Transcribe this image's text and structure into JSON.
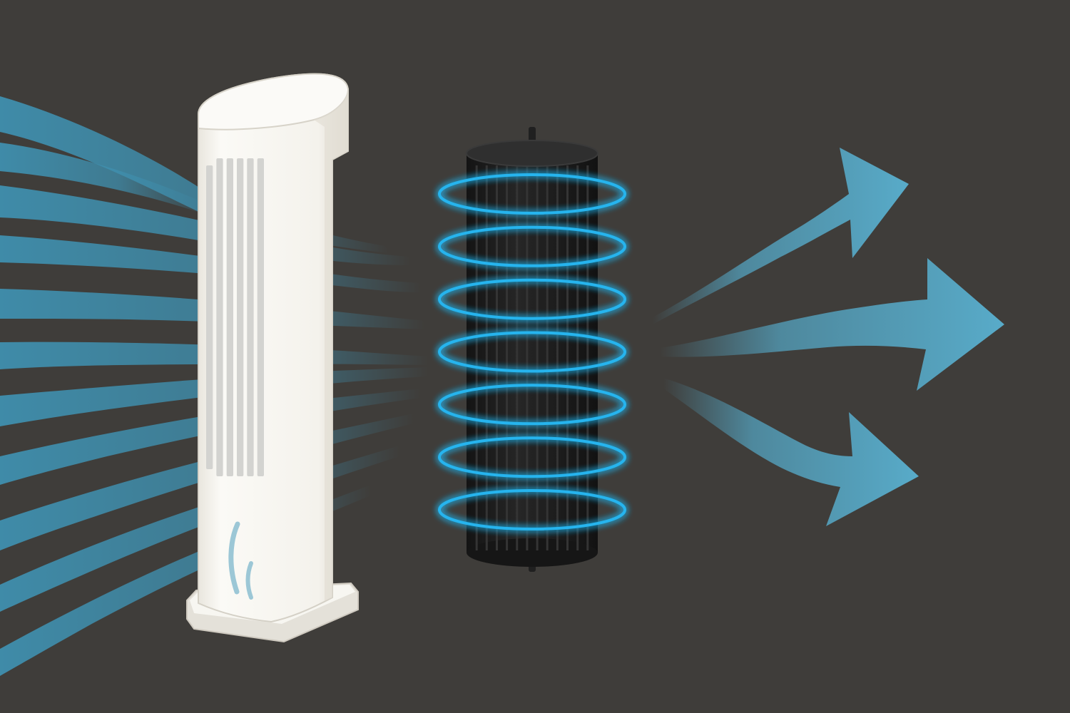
{
  "colors": {
    "background": "#3f3d3a",
    "airflow_in": "#3f8fae",
    "airflow_out": "#55a9c8",
    "tower_body": "#f6f4ee",
    "tower_shadow": "#d9d5cc",
    "tower_grille": "#d3d3d0",
    "water_mark": "#9cc7d6",
    "filter_body": "#1c1c1c",
    "filter_cap": "#2e2e2e",
    "glow_ring": "#27b4ee"
  },
  "elements": {
    "incoming_airflow": {
      "icon": "airflow-streams-icon",
      "stream_count": 11
    },
    "tower_cooler": {
      "icon": "tower-fan-icon",
      "grille_slots": 6,
      "water_marks": 2
    },
    "filter_cartridge": {
      "icon": "cylindrical-filter-icon",
      "glow_rings": 7,
      "ribs": 12
    },
    "outgoing_airflow": {
      "icon": "arrow-right-icon",
      "arrow_count": 3
    }
  }
}
